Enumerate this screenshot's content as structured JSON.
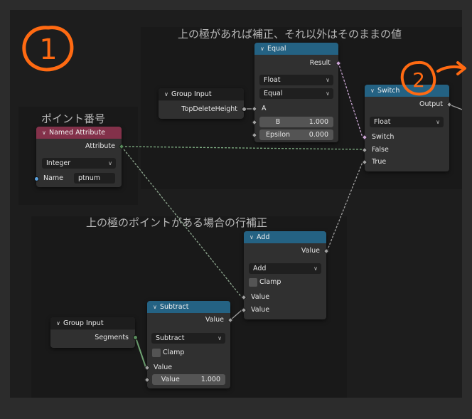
{
  "frames": {
    "top_label": "上の極があれば補正、それ以外はそのままの値",
    "point_label": "ポイント番号",
    "bottom_label": "上の極のポイントがある場合の行補正"
  },
  "nodes": {
    "group_input_top": {
      "title": "Group Input",
      "output": "TopDeleteHeight"
    },
    "equal": {
      "title": "Equal",
      "output": "Result",
      "data_type": "Float",
      "operation": "Equal",
      "input_a": "A",
      "input_b_label": "B",
      "input_b_value": "1.000",
      "epsilon_label": "Epsilon",
      "epsilon_value": "0.000"
    },
    "switch": {
      "title": "Switch",
      "output": "Output",
      "data_type": "Float",
      "in_switch": "Switch",
      "in_false": "False",
      "in_true": "True"
    },
    "named_attribute": {
      "title": "Named Attribute",
      "output": "Attribute",
      "data_type": "Integer",
      "name_label": "Name",
      "name_value": "ptnum"
    },
    "add": {
      "title": "Add",
      "output": "Value",
      "operation": "Add",
      "clamp": "Clamp",
      "in1": "Value",
      "in2": "Value"
    },
    "group_input_bottom": {
      "title": "Group Input",
      "output": "Segments"
    },
    "subtract": {
      "title": "Subtract",
      "output": "Value",
      "operation": "Subtract",
      "clamp": "Clamp",
      "in1": "Value",
      "in2_label": "Value",
      "in2_value": "1.000"
    }
  },
  "annotations": {
    "circle_one": "1",
    "circle_two": "2"
  },
  "colors": {
    "header_math": "#246283",
    "header_attribute": "#83314a",
    "socket_float": "#a1a1a1",
    "socket_bool": "#cca6d6",
    "socket_int": "#598c5c",
    "annotation": "#ff6a12"
  }
}
